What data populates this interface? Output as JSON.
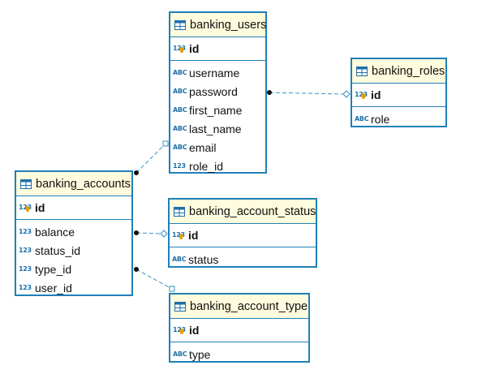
{
  "colors": {
    "border": "#1f80b8",
    "header_bg": "#fffbdd",
    "link": "#3a8fbf"
  },
  "icons": {
    "table": "table-icon",
    "text_column": "abc-type-icon",
    "numeric_column": "123-type-icon",
    "primary_key": "primary-key-icon"
  },
  "entities": {
    "users": {
      "name": "banking_users",
      "pk": {
        "icon": "123",
        "name": "id"
      },
      "columns": [
        {
          "icon": "ABC",
          "name": "username"
        },
        {
          "icon": "ABC",
          "name": "password"
        },
        {
          "icon": "ABC",
          "name": "first_name"
        },
        {
          "icon": "ABC",
          "name": "last_name"
        },
        {
          "icon": "ABC",
          "name": "email"
        },
        {
          "icon": "123",
          "name": "role_id"
        }
      ]
    },
    "roles": {
      "name": "banking_roles",
      "pk": {
        "icon": "123",
        "name": "id"
      },
      "columns": [
        {
          "icon": "ABC",
          "name": "role"
        }
      ]
    },
    "accounts": {
      "name": "banking_accounts",
      "pk": {
        "icon": "123",
        "name": "id"
      },
      "columns": [
        {
          "icon": "123",
          "name": "balance"
        },
        {
          "icon": "123",
          "name": "status_id"
        },
        {
          "icon": "123",
          "name": "type_id"
        },
        {
          "icon": "123",
          "name": "user_id"
        }
      ]
    },
    "status": {
      "name": "banking_account_status",
      "pk": {
        "icon": "123",
        "name": "id"
      },
      "columns": [
        {
          "icon": "ABC",
          "name": "status"
        }
      ]
    },
    "type": {
      "name": "banking_account_type",
      "pk": {
        "icon": "123",
        "name": "id"
      },
      "columns": [
        {
          "icon": "ABC",
          "name": "type"
        }
      ]
    }
  }
}
